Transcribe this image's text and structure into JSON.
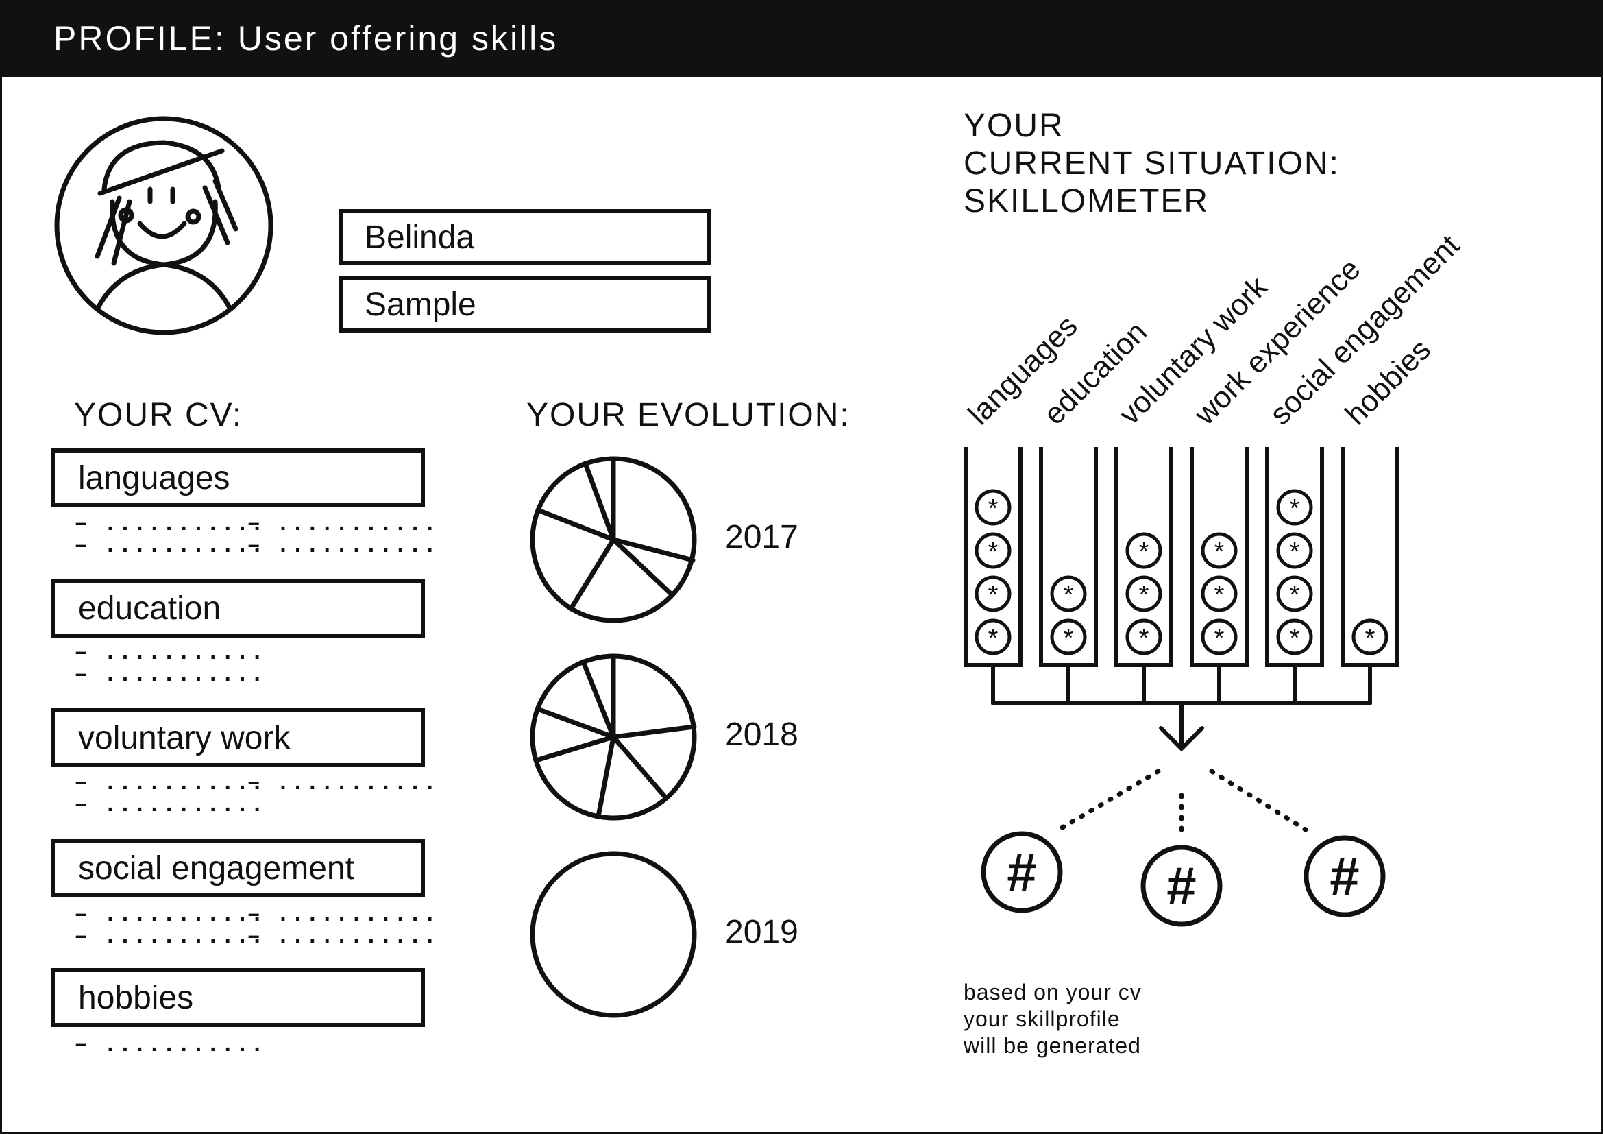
{
  "header": {
    "title": "PROFILE: User offering skills"
  },
  "profile": {
    "avatar_icon": "user-avatar-icon",
    "first_name": "Belinda",
    "last_name": "Sample"
  },
  "cv": {
    "heading": "YOUR CV:",
    "sections": [
      {
        "label": "languages",
        "entries": [
          "– ...........",
          "– ...........",
          "– ...........",
          "– ..........."
        ]
      },
      {
        "label": "education",
        "entries": [
          "– ...........",
          "– ..........."
        ]
      },
      {
        "label": "voluntary work",
        "entries": [
          "– ...........",
          "– ...........",
          "– ..........."
        ]
      },
      {
        "label": "social engagement",
        "entries": [
          "– ...........",
          "– ...........",
          "– ...........",
          "– ..........."
        ]
      },
      {
        "label": "hobbies",
        "entries": [
          "– ..........."
        ]
      }
    ]
  },
  "evolution": {
    "heading": "YOUR EVOLUTION:",
    "years": [
      "2017",
      "2018",
      "2019"
    ]
  },
  "skillometer": {
    "heading_line1": "YOUR",
    "heading_line2": "CURRENT SITUATION:",
    "heading_line3": "SKILLOMETER",
    "columns": [
      {
        "label": "languages",
        "tokens": 4
      },
      {
        "label": "education",
        "tokens": 2
      },
      {
        "label": "voluntary work",
        "tokens": 3
      },
      {
        "label": "work experience",
        "tokens": 3
      },
      {
        "label": "social engagement",
        "tokens": 4
      },
      {
        "label": "hobbies",
        "tokens": 1
      }
    ],
    "token_glyph": "*",
    "hashtag_glyph": "#",
    "note_line1": "based on your cv",
    "note_line2": "your skillprofile",
    "note_line3": "will be generated"
  }
}
